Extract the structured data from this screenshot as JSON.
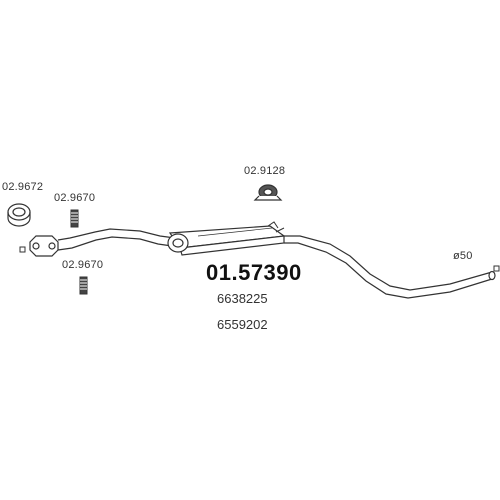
{
  "main_part_number": "01.57390",
  "oem_numbers": [
    "6638225",
    "6559202"
  ],
  "diameter_label": "ø50",
  "part_refs": {
    "gasket": "02.9672",
    "bolt_top": "02.9670",
    "bolt_bottom": "02.9670",
    "rubber_mount": "02.9128"
  },
  "colors": {
    "line": "#333333",
    "text": "#333333"
  }
}
